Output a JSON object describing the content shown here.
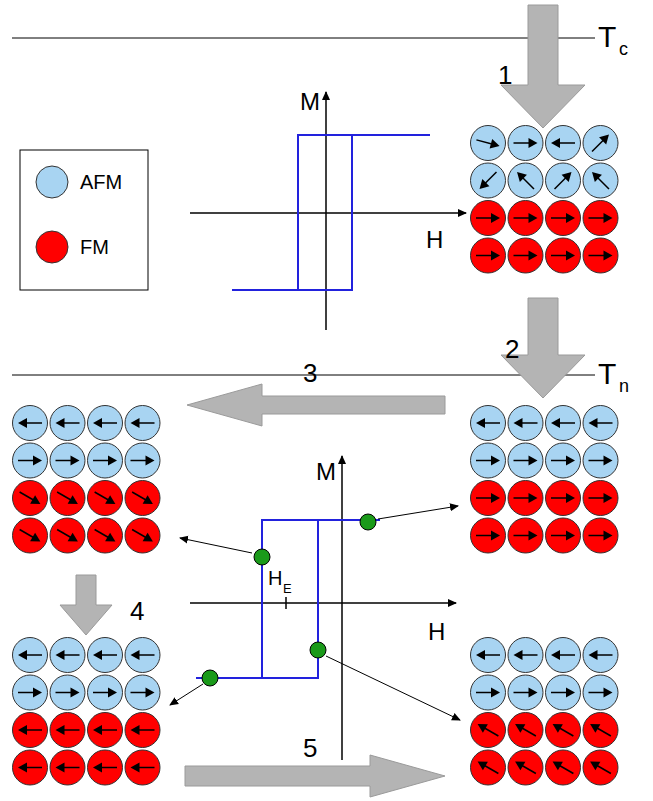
{
  "diagram": {
    "labels": [
      "T",
      "c",
      "1",
      "M",
      "H",
      "2",
      "T",
      "n",
      "3",
      "M",
      "H",
      "E",
      "H",
      "4",
      "5"
    ],
    "legend": [
      {
        "text": "AFM",
        "color": "#a8d4f2"
      },
      {
        "text": "FM",
        "color": "#ff0000"
      }
    ]
  }
}
